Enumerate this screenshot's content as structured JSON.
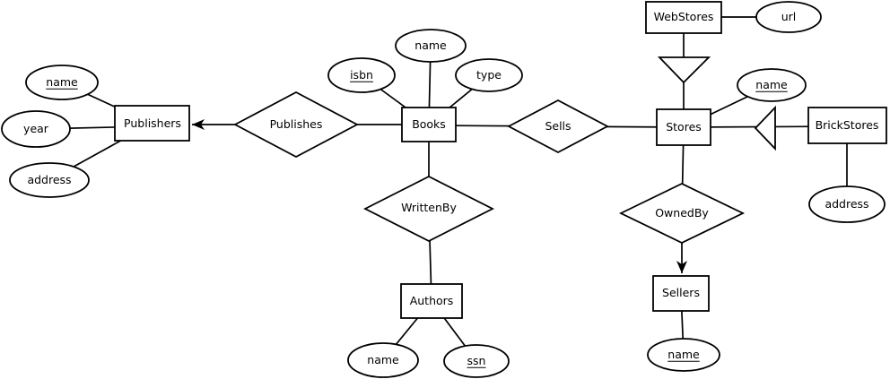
{
  "diagram": {
    "kind": "er-diagram",
    "colors": {
      "stroke": "#000000",
      "shape_fill": "#ffffff",
      "background": "#ffffff",
      "text": "#000000"
    },
    "entities": [
      {
        "id": "publishers",
        "label": "Publishers"
      },
      {
        "id": "books",
        "label": "Books"
      },
      {
        "id": "stores",
        "label": "Stores"
      },
      {
        "id": "webstores",
        "label": "WebStores"
      },
      {
        "id": "brickstores",
        "label": "BrickStores"
      },
      {
        "id": "authors",
        "label": "Authors"
      },
      {
        "id": "sellers",
        "label": "Sellers"
      }
    ],
    "relationships": [
      {
        "id": "publishes",
        "label": "Publishes",
        "connects": [
          "Books",
          "Publishers"
        ],
        "arrow_to": "Publishers"
      },
      {
        "id": "sells",
        "label": "Sells",
        "connects": [
          "Books",
          "Stores"
        ],
        "arrow_to": null
      },
      {
        "id": "writtenby",
        "label": "WrittenBy",
        "connects": [
          "Books",
          "Authors"
        ],
        "arrow_to": null
      },
      {
        "id": "ownedby",
        "label": "OwnedBy",
        "connects": [
          "Stores",
          "Sellers"
        ],
        "arrow_to": "Sellers"
      }
    ],
    "attributes": [
      {
        "id": "publishers-name",
        "label": "name",
        "entity": "Publishers",
        "primary_key": true
      },
      {
        "id": "publishers-year",
        "label": "year",
        "entity": "Publishers",
        "primary_key": false
      },
      {
        "id": "publishers-address",
        "label": "address",
        "entity": "Publishers",
        "primary_key": false
      },
      {
        "id": "books-isbn",
        "label": "isbn",
        "entity": "Books",
        "primary_key": true
      },
      {
        "id": "books-name",
        "label": "name",
        "entity": "Books",
        "primary_key": false
      },
      {
        "id": "books-type",
        "label": "type",
        "entity": "Books",
        "primary_key": false
      },
      {
        "id": "webstores-url",
        "label": "url",
        "entity": "WebStores",
        "primary_key": false
      },
      {
        "id": "stores-name",
        "label": "name",
        "entity": "Stores",
        "primary_key": true
      },
      {
        "id": "brickstores-address",
        "label": "address",
        "entity": "BrickStores",
        "primary_key": false
      },
      {
        "id": "authors-name",
        "label": "name",
        "entity": "Authors",
        "primary_key": false
      },
      {
        "id": "authors-ssn",
        "label": "ssn",
        "entity": "Authors",
        "primary_key": true
      },
      {
        "id": "sellers-name",
        "label": "name",
        "entity": "Sellers",
        "primary_key": true
      }
    ],
    "isa_hierarchies": [
      {
        "parent": "Stores",
        "child": "WebStores"
      },
      {
        "parent": "Stores",
        "child": "BrickStores"
      }
    ]
  }
}
